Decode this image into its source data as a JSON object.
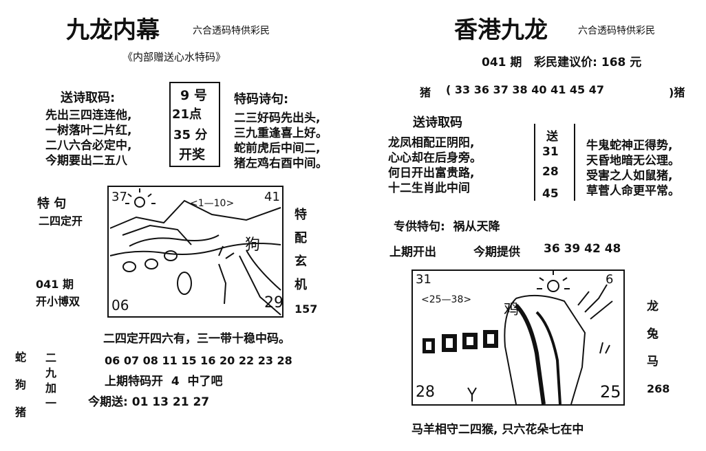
{
  "left": {
    "title": "九龙内幕",
    "subtitle": "六合透码特供彩民",
    "book": "《内部赠送心水特码》",
    "poem_heading": "送诗取码:",
    "poem_lines": [
      "先出三四连连他,",
      "一树落叶二片红,",
      "二八六合必定中,",
      "今期要出二五八"
    ],
    "open_time": {
      "num": "9",
      "unit1": "号",
      "hour": "21点",
      "min": "35",
      "unit2": "分",
      "label": "开奖"
    },
    "special_heading": "特码诗句:",
    "special_lines": [
      "二三好码先出头,",
      "三九重逢喜上好。",
      "蛇前虎后中间二,",
      "猪左鸡右酉中间。"
    ],
    "te_ju": "特  句",
    "te_ju_text": "二四定开",
    "issue": "041 期",
    "issue_text": "开小博双",
    "pic_nums": {
      "tl": "37",
      "tr": "41",
      "bl": "06",
      "br": "29"
    },
    "pic_label": "<1—10>",
    "pic_word": "狗",
    "side_vertical": "特配玄机",
    "side_num": "157",
    "summary": "二四定开四六有，三一带十稳中码。",
    "animals_col1": [
      "蛇",
      "狗",
      "猪"
    ],
    "animals_col2": [
      "二",
      "九",
      "加",
      "一"
    ],
    "numbers": "06 07 08 11 15 16 20 22 23 28",
    "last_special": "上期特码开  4  中了吧",
    "send_label": "今期送:",
    "send_nums": "01 13 21 27"
  },
  "right": {
    "title": "香港九龙",
    "subtitle": "六合透码特供彩民",
    "issue_line": "041 期   彩民建议价: 168 元",
    "pig_left": "猪",
    "pig_nums": "( 33 36 37 38 40 41 45 47",
    "pig_right": ")猪",
    "poem_heading": "送诗取码",
    "poem_lines": [
      "龙凤相配正阴阳,",
      "心心却在后身旁。",
      "何日开出富贵路,",
      "十二生肖此中间"
    ],
    "send_label": "送",
    "send_nums": [
      "31",
      "28",
      "45"
    ],
    "right_lines": [
      "牛鬼蛇神正得势,",
      "天昏地暗无公理。",
      "受害之人如鼠猪,",
      "草菅人命更平常。"
    ],
    "special_label": "专供特句:",
    "special_text": "祸从天降",
    "last_open": "上期开出",
    "provide_label": "今期提供",
    "provide_nums": "36 39 42 48",
    "pic_nums": {
      "tl": "31",
      "tr": "6",
      "bl": "28",
      "br": "25"
    },
    "pic_label": "<25—38>",
    "pic_word": "鸡",
    "side_animals": [
      "龙",
      "兔",
      "马"
    ],
    "side_num": "268",
    "bottom": "马羊相守二四猴, 只六花朵七在中"
  }
}
